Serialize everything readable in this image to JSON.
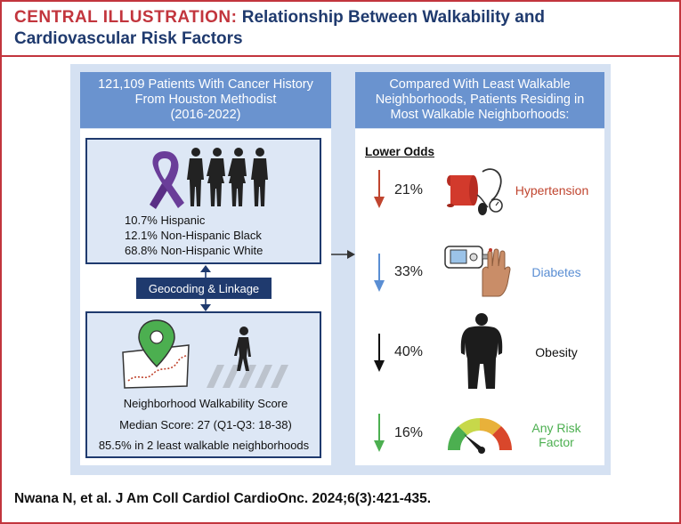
{
  "title": {
    "lead": "CENTRAL ILLUSTRATION:",
    "text": "Relationship Between Walkability and Cardiovascular Risk Factors"
  },
  "left_column": {
    "header": "121,109 Patients With Cancer History\nFrom Houston Methodist\n(2016-2022)",
    "demographics": [
      "10.7% Hispanic",
      "12.1% Non-Hispanic Black",
      "68.8% Non-Hispanic White"
    ],
    "link_label": "Geocoding & Linkage",
    "walkability": {
      "title": "Neighborhood Walkability Score",
      "median": "Median Score: 27 (Q1-Q3: 18-38)",
      "least_walkable": "85.5% in 2 least walkable neighborhoods"
    }
  },
  "right_column": {
    "header": "Compared With Least Walkable\nNeighborhoods, Patients Residing in\nMost Walkable Neighborhoods:",
    "subheading": "Lower Odds",
    "outcomes": [
      {
        "pct": "21%",
        "label": "Hypertension",
        "color": "#c0452f",
        "arrow_color": "#c0452f",
        "icon": "blood-pressure-cuff-icon"
      },
      {
        "pct": "33%",
        "label": "Diabetes",
        "color": "#5a8ed3",
        "arrow_color": "#5a8ed3",
        "icon": "glucose-meter-icon"
      },
      {
        "pct": "40%",
        "label": "Obesity",
        "color": "#111111",
        "arrow_color": "#111111",
        "icon": "obese-person-icon"
      },
      {
        "pct": "16%",
        "label": "Any Risk\nFactor",
        "color": "#4caf50",
        "arrow_color": "#4caf50",
        "icon": "risk-gauge-icon"
      }
    ]
  },
  "citation": "Nwana N, et al. J Am Coll Cardiol CardioOnc. 2024;6(3):421-435.",
  "colors": {
    "accent_red": "#c2353d",
    "navy": "#1f3a6e",
    "header_blue": "#6a93cf",
    "panel_blue": "#d5e1f2",
    "ribbon_purple": "#6a3d99"
  }
}
